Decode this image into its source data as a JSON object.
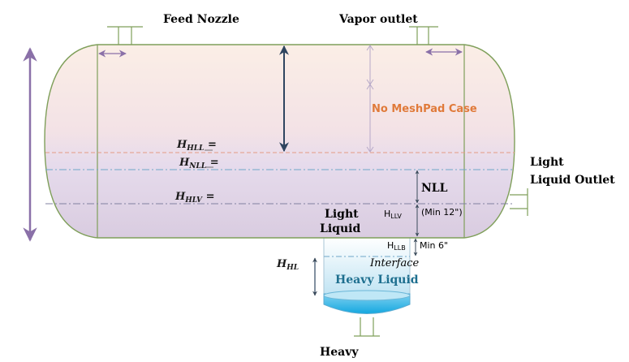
{
  "labels": {
    "feed_nozzle": "Feed Nozzle",
    "vapor_outlet": "Vapor outlet",
    "no_meshpad": "No MeshPad Case",
    "light_liquid_outlet_1": "Light",
    "light_liquid_outlet_2": "Liquid Outlet",
    "light_liquid_1": "Light",
    "light_liquid_2": "Liquid",
    "nll": "NLL",
    "min12": "(Min 12\")",
    "min6": "Min 6\"",
    "interface": "Interface",
    "heavy_liquid": "Heavy Liquid",
    "heavy": "Heavy",
    "h_hll_base": "H",
    "h_hll_sub": "HLL",
    "h_hll_eq": " =",
    "h_nll_base": "H",
    "h_nll_sub": "NLL",
    "h_nll_eq": " =",
    "h_hlv_base": "H",
    "h_hlv_sub": "HLV",
    "h_hlv_eq": " =",
    "h_hl_base": "H",
    "h_hl_sub": "HL",
    "h_llv_base": "H",
    "h_llv_sub": "LLV",
    "h_llb_base": "H",
    "h_llb_sub": "LLB"
  },
  "colors": {
    "vessel_outline": "#7f9f5a",
    "hll_line": "#e39a84",
    "nll_line": "#6fa7c9",
    "hlv_line": "#8080a0",
    "arrow_purple": "#8a70a8",
    "arrow_dark": "#2f4560",
    "no_meshpad_text": "#e07a3a",
    "heavy_liquid_text": "#1e6f8f"
  }
}
